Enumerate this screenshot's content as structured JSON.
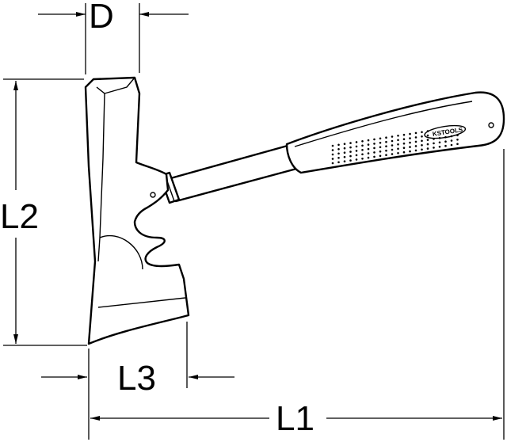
{
  "dimensions": {
    "d": "D",
    "l1": "L1",
    "l2": "L2",
    "l3": "L3"
  },
  "logo": {
    "text": "KSTOOLS"
  }
}
